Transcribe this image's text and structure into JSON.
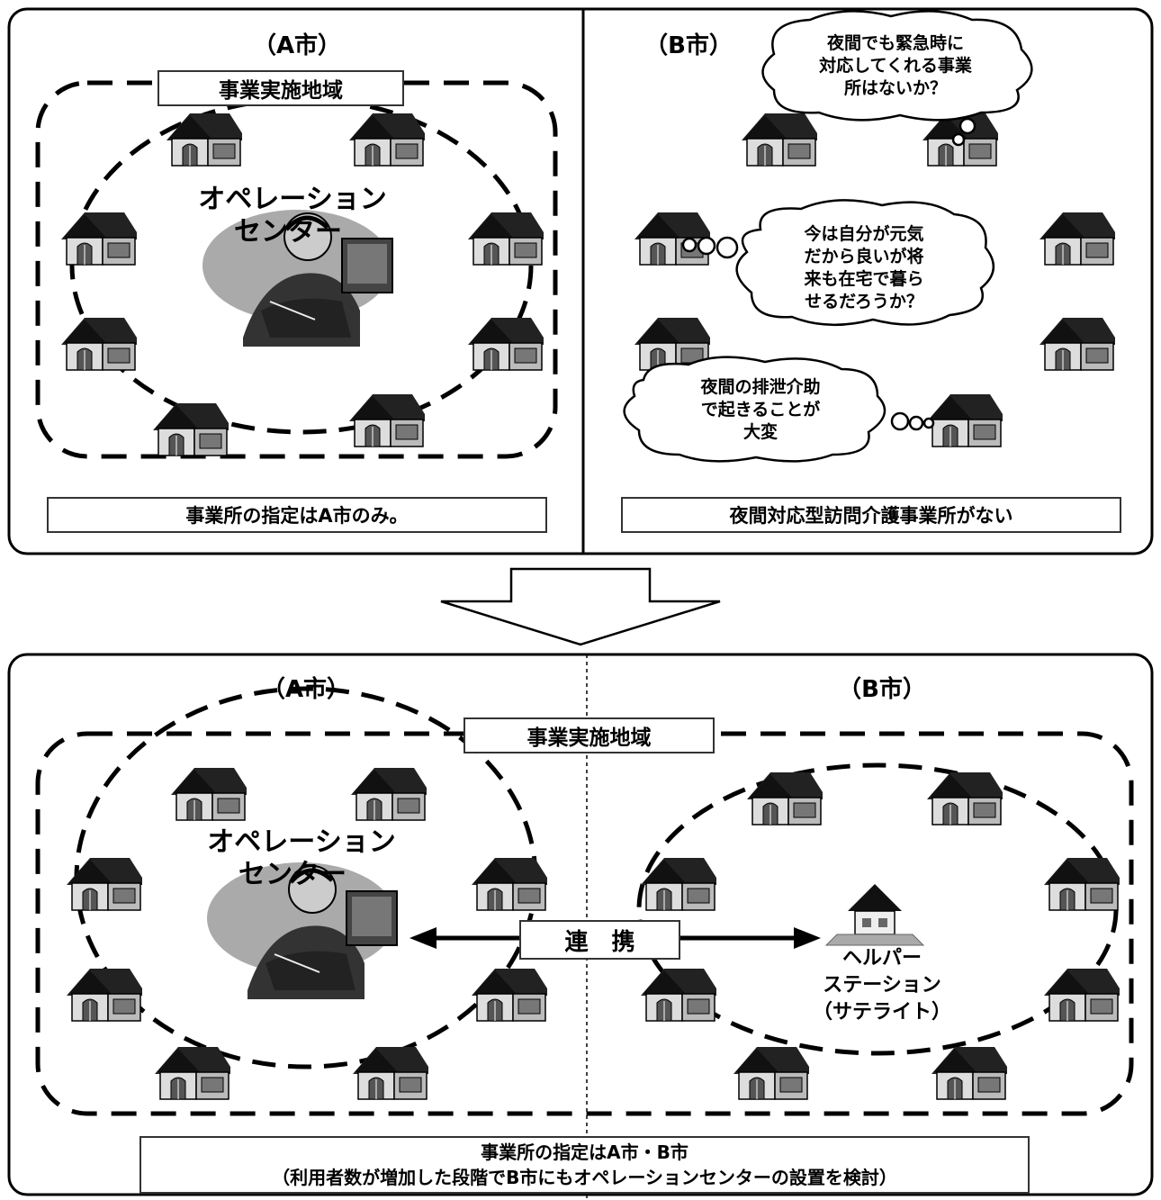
{
  "top_panel": {
    "a_city": {
      "title": "（A市）",
      "area_label": "事業実施地域",
      "center_label_line1": "オペレーション",
      "center_label_line2": "センター",
      "footer": "事業所の指定はA市のみ。"
    },
    "b_city": {
      "title": "（B市）",
      "bubble1": [
        "夜間でも緊急時に",
        "対応してくれる事業",
        "所はないか？"
      ],
      "bubble2": [
        "今は自分が元気",
        "だから良いが将",
        "来も在宅で暮ら",
        "せるだろうか？"
      ],
      "bubble3": [
        "夜間の排泄介助",
        "で起きることが",
        "大変"
      ],
      "footer": "夜間対応型訪問介護事業所がない"
    }
  },
  "bottom_panel": {
    "a_city_title": "（A市）",
    "b_city_title": "（B市）",
    "area_label": "事業実施地域",
    "center_label_line1": "オペレーション",
    "center_label_line2": "センター",
    "link_label": "連　携",
    "satellite_label": [
      "ヘルパー",
      "ステーション",
      "（サテライト）"
    ],
    "footer_line1": "事業所の指定はA市・B市",
    "footer_line2": "（利用者数が増加した段階でB市にもオペレーションセンターの設置を検討）"
  },
  "icons": [
    "house-icon",
    "operator-icon",
    "helper-station-icon",
    "down-arrow-icon",
    "thought-bubble-icon"
  ]
}
